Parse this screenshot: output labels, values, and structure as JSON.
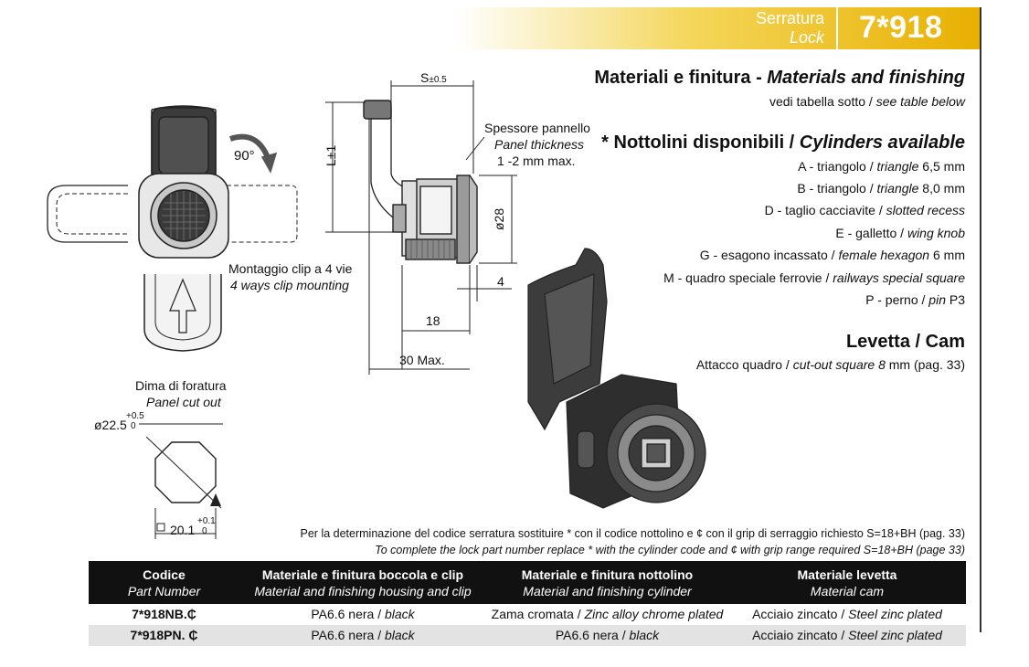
{
  "header": {
    "category_it": "Serratura",
    "category_en": "Lock",
    "code": "7*918"
  },
  "materials": {
    "title_it": "Materiali e finitura - ",
    "title_en": "Materials and finishing",
    "note_it": "vedi tabella sotto / ",
    "note_en": "see table below"
  },
  "cylinders": {
    "title_it": "* Nottolini disponibili / ",
    "title_en": "Cylinders available",
    "items": [
      {
        "it": "A - triangolo / ",
        "en": "triangle",
        "dim": " 6,5 mm"
      },
      {
        "it": "B - triangolo / ",
        "en": "triangle",
        "dim": " 8,0 mm"
      },
      {
        "it": "D - taglio cacciavite / ",
        "en": "slotted recess",
        "dim": ""
      },
      {
        "it": "E - galletto / ",
        "en": "wing knob",
        "dim": ""
      },
      {
        "it": "G - esagono incassato / ",
        "en": "female hexagon",
        "dim": " 6 mm"
      },
      {
        "it": "M - quadro speciale ferrovie / ",
        "en": "railways special square",
        "dim": ""
      },
      {
        "it": "P - perno / ",
        "en": "pin",
        "dim": " P3"
      }
    ]
  },
  "cam": {
    "title": "Levetta / Cam",
    "text_it": "Attacco quadro / ",
    "text_en": "cut-out square 8",
    "text_end": " mm (pag. 33)"
  },
  "drawing": {
    "rotation": "90°",
    "clip_it": "Montaggio clip a 4 vie",
    "clip_en": "4 ways clip mounting",
    "cutout_it": "Dima di foratura",
    "cutout_en": "Panel cut out",
    "d225": "ø22.5",
    "d225_tol_top": "+0.5",
    "d225_tol_bot": "0",
    "sq201": "20.1",
    "sq201_tol_top": "+0.1",
    "sq201_tol_bot": "0",
    "s_label": "S",
    "s_tol": "±0.5",
    "l_label": "L±1",
    "thickness_it": "Spessore pannello",
    "thickness_en": "Panel thickness",
    "thickness_val": "1 -2  mm max.",
    "d28": "ø28",
    "dim4": "4",
    "dim18": "18",
    "dim30": "30 Max."
  },
  "footnote": {
    "it": "Per la determinazione del codice serratura sostituire *  con il codice nottolino e ¢ con il grip di serraggio richiesto S=18+BH  (pag. 33)",
    "en": "To complete the lock part number replace * with the cylinder code and ¢ with grip range required S=18+BH  (page 33)"
  },
  "table": {
    "headers": [
      {
        "it": "Codice",
        "en": "Part Number"
      },
      {
        "it": "Materiale e finitura boccola e clip",
        "en": "Material and finishing housing and clip"
      },
      {
        "it": "Materiale e finitura nottolino",
        "en": "Material and finishing cylinder"
      },
      {
        "it": "Materiale levetta",
        "en": "Material cam"
      }
    ],
    "rows": [
      {
        "code": "7*918NB.₵",
        "housing_it": "PA6.6 nera / ",
        "housing_en": "black",
        "cyl_it": "Zama cromata / ",
        "cyl_en": "Zinc alloy chrome plated",
        "cam_it": "Acciaio zincato / ",
        "cam_en": "Steel zinc plated"
      },
      {
        "code": "7*918PN. ₵",
        "housing_it": "PA6.6 nera / ",
        "housing_en": "black",
        "cyl_it": "PA6.6 nera / ",
        "cyl_en": "black",
        "cam_it": "Acciaio zincato / ",
        "cam_en": "Steel zinc plated"
      }
    ]
  },
  "colors": {
    "header_yellow": "#e8b000",
    "table_header": "#111111",
    "row_alt": "#e3e3e3"
  }
}
